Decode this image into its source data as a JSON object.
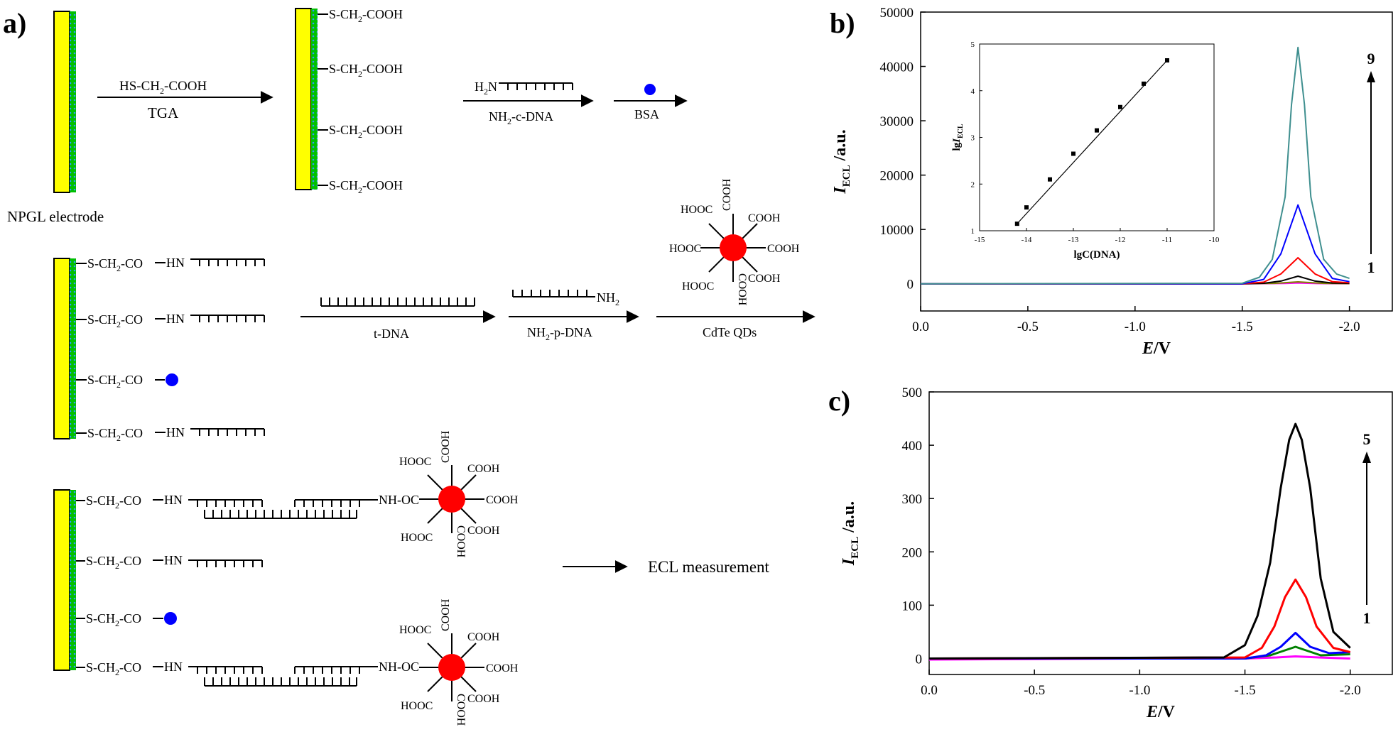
{
  "panel_labels": {
    "a": "a)",
    "b": "b)",
    "c": "c)"
  },
  "scheme": {
    "electrode_label": "NPGL electrode",
    "reagents": {
      "tga_top": "HS-CH",
      "tga_sub": "2",
      "tga_tail": "-COOH",
      "tga_below": "TGA",
      "amine_prefix": "H",
      "amine_sub": "2",
      "amine_n": "N",
      "cdna_a": "NH",
      "cdna_sub": "2",
      "cdna_b": "-c-DNA",
      "bsa": "BSA",
      "tdna": "t-DNA",
      "nh2_top": "NH",
      "nh2_sub": "2",
      "pdna_a": "NH",
      "pdna_sub": "2",
      "pdna_b": "-p-DNA",
      "qds": "CdTe QDs",
      "ecl": "ECL measurement"
    },
    "groups": {
      "s": "S-CH",
      "sub2": "2",
      "cooh_tail": "-COOH",
      "co_tail": "-CO",
      "hn": "HN",
      "nhoc": "NH-OC"
    },
    "qd_labels": {
      "cooh": "COOH",
      "hooc": "HOOC"
    }
  },
  "colors": {
    "electrode_yellow": "#ffff00",
    "electrode_green": "#00c000",
    "electrode_dots": "#3399ff",
    "bsa": "#0000ff",
    "quantum_dot": "#ff0000"
  },
  "chart_data": [
    {
      "panel": "b",
      "type": "line",
      "xlabel_italic": "E",
      "xlabel_rest": "/V",
      "ylabel_italic": "I",
      "ylabel_sub": "ECL",
      "ylabel_rest": " /a.u.",
      "xlim": [
        0,
        -2.2
      ],
      "ylim": [
        -5000,
        50000
      ],
      "xticks": [
        "0.0",
        "-0.5",
        "-1.0",
        "-1.5",
        "-2.0"
      ],
      "xtick_values": [
        0,
        -0.5,
        -1.0,
        -1.5,
        -2.0
      ],
      "yticks": [
        "0",
        "10000",
        "20000",
        "30000",
        "40000",
        "50000"
      ],
      "ytick_values": [
        0,
        10000,
        20000,
        30000,
        40000,
        50000
      ],
      "arrow_low": "1",
      "arrow_high": "9",
      "series": [
        {
          "color": "#ff00ff",
          "x": [
            0,
            -0.5,
            -1.0,
            -1.5,
            -1.7,
            -1.76,
            -1.85,
            -2.0
          ],
          "y": [
            0,
            0,
            0,
            0,
            50,
            150,
            40,
            20
          ]
        },
        {
          "color": "#808000",
          "x": [
            0,
            -1.5,
            -1.65,
            -1.76,
            -1.88,
            -2.0
          ],
          "y": [
            0,
            0,
            80,
            350,
            80,
            30
          ]
        },
        {
          "color": "#000000",
          "x": [
            0,
            -1.5,
            -1.6,
            -1.68,
            -1.76,
            -1.84,
            -1.92,
            -2.0
          ],
          "y": [
            0,
            0,
            100,
            500,
            1400,
            500,
            150,
            100
          ]
        },
        {
          "color": "#ff0000",
          "x": [
            0,
            -1.5,
            -1.6,
            -1.68,
            -1.76,
            -1.84,
            -1.92,
            -2.0
          ],
          "y": [
            0,
            0,
            300,
            1800,
            4800,
            1800,
            400,
            200
          ]
        },
        {
          "color": "#0000ff",
          "x": [
            0,
            -1.5,
            -1.6,
            -1.68,
            -1.76,
            -1.84,
            -1.92,
            -2.0
          ],
          "y": [
            0,
            0,
            800,
            5500,
            14500,
            5500,
            1000,
            400
          ]
        },
        {
          "color": "#3f8f8f",
          "x": [
            0,
            -1.5,
            -1.58,
            -1.64,
            -1.7,
            -1.73,
            -1.76,
            -1.79,
            -1.82,
            -1.88,
            -1.94,
            -2.0
          ],
          "y": [
            0,
            100,
            1200,
            4500,
            16000,
            33000,
            43500,
            33000,
            16000,
            4500,
            1800,
            1000
          ]
        }
      ],
      "inset": {
        "type": "scatter",
        "xlabel": "lgC(DNA)",
        "ylabel_a": "lg",
        "ylabel_italic": "I",
        "ylabel_sub": "ECL",
        "xlim": [
          -15,
          -10
        ],
        "ylim": [
          1,
          5
        ],
        "xticks": [
          "-15",
          "-14",
          "-13",
          "-12",
          "-11",
          "-10"
        ],
        "xtick_values": [
          -15,
          -14,
          -13,
          -12,
          -11,
          -10
        ],
        "yticks": [
          "1",
          "2",
          "3",
          "4",
          "5"
        ],
        "ytick_values": [
          1,
          2,
          3,
          4,
          5
        ],
        "x": [
          -14.2,
          -14.0,
          -13.5,
          -13.0,
          -12.5,
          -12.0,
          -11.5,
          -11.0
        ],
        "y": [
          1.15,
          1.5,
          2.1,
          2.65,
          3.15,
          3.65,
          4.15,
          4.65
        ]
      }
    },
    {
      "panel": "c",
      "type": "line",
      "xlabel_italic": "E",
      "xlabel_rest": "/V",
      "ylabel_italic": "I",
      "ylabel_sub": "ECL",
      "ylabel_rest": " /a.u.",
      "xlim": [
        0,
        -2.2
      ],
      "ylim": [
        -30,
        500
      ],
      "xticks": [
        "0.0",
        "-0.5",
        "-1.0",
        "-1.5",
        "-2.0"
      ],
      "xtick_values": [
        0,
        -0.5,
        -1.0,
        -1.5,
        -2.0
      ],
      "yticks": [
        "0",
        "100",
        "200",
        "300",
        "400",
        "500"
      ],
      "ytick_values": [
        0,
        100,
        200,
        300,
        400,
        500
      ],
      "arrow_low": "1",
      "arrow_high": "5",
      "series": [
        {
          "color": "#ff00ff",
          "x": [
            0,
            -0.5,
            -1.0,
            -1.5,
            -1.65,
            -1.74,
            -1.85,
            -2.0
          ],
          "y": [
            -2,
            -1,
            0,
            0,
            2,
            4,
            2,
            0
          ]
        },
        {
          "color": "#008000",
          "x": [
            0,
            -1.5,
            -1.62,
            -1.74,
            -1.86,
            -2.0
          ],
          "y": [
            0,
            0,
            6,
            22,
            6,
            8
          ]
        },
        {
          "color": "#0000ff",
          "x": [
            0,
            -1.5,
            -1.6,
            -1.67,
            -1.74,
            -1.81,
            -1.9,
            -2.0
          ],
          "y": [
            0,
            0,
            6,
            22,
            48,
            22,
            10,
            12
          ]
        },
        {
          "color": "#ff0000",
          "x": [
            0,
            -1.5,
            -1.58,
            -1.64,
            -1.69,
            -1.74,
            -1.79,
            -1.84,
            -1.92,
            -2.0
          ],
          "y": [
            0,
            2,
            20,
            60,
            115,
            148,
            115,
            60,
            20,
            12
          ]
        },
        {
          "color": "#000000",
          "x": [
            0,
            -1.4,
            -1.5,
            -1.56,
            -1.62,
            -1.67,
            -1.71,
            -1.74,
            -1.77,
            -1.81,
            -1.86,
            -1.92,
            -2.0
          ],
          "y": [
            0,
            2,
            25,
            80,
            180,
            320,
            410,
            440,
            410,
            320,
            150,
            50,
            20
          ]
        }
      ]
    }
  ]
}
